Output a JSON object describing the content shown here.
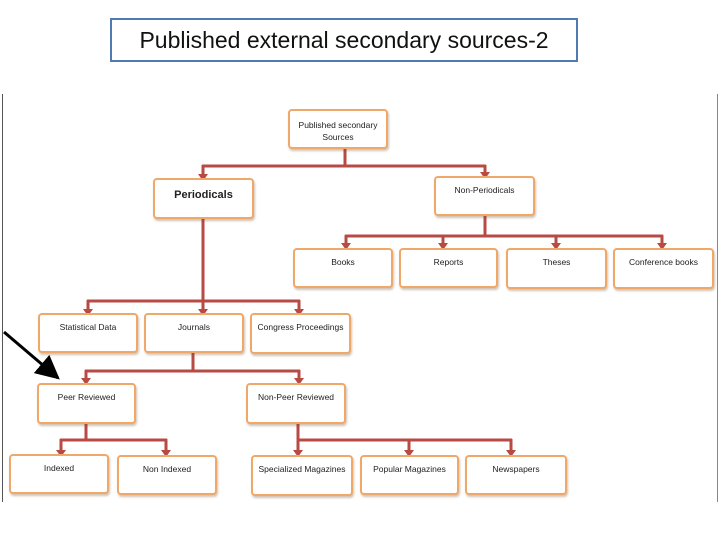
{
  "slide": {
    "title": "Published external secondary sources-2"
  },
  "colors": {
    "box_border": "#f0a868",
    "connector": "#b84a44",
    "title_border": "#4f7bb0"
  },
  "tree": {
    "root": "Published secondary Sources",
    "periodicals": "Periodicals",
    "non_periodicals": "Non-Periodicals",
    "books": "Books",
    "reports": "Reports",
    "theses": "Theses",
    "conference_books": "Conference books",
    "statistical_data": "Statistical Data",
    "journals": "Journals",
    "congress_proceedings": "Congress Proceedings",
    "peer_reviewed": "Peer Reviewed",
    "non_peer_reviewed": "Non-Peer Reviewed",
    "indexed": "Indexed",
    "non_indexed": "Non Indexed",
    "specialized_magazines": "Specialized Magazines",
    "popular_magazines": "Popular Magazines",
    "newspapers": "Newspapers"
  }
}
